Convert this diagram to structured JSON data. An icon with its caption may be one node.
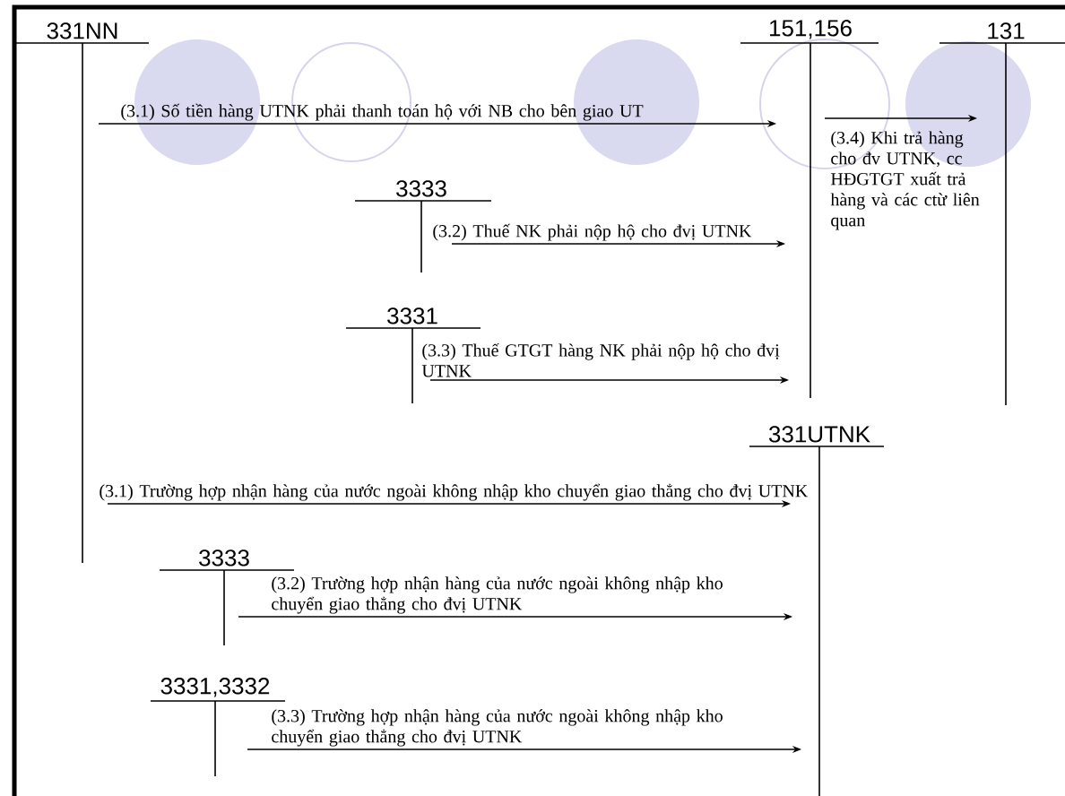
{
  "diagram": {
    "nodes": [
      {
        "text": [
          "331NN"
        ]
      },
      {
        "text": [
          "151,156"
        ]
      },
      {
        "text": [
          "131"
        ]
      },
      {
        "text": [
          "3333"
        ]
      },
      {
        "text": [
          "3331"
        ]
      },
      {
        "text": [
          "331UTNK"
        ]
      },
      {
        "text": [
          "3333"
        ]
      },
      {
        "text": [
          "3331,3332"
        ]
      }
    ],
    "edges": [
      {
        "from": 0,
        "to": 1,
        "arrow": "to",
        "label": "(3.1) Số tiền hàng UTNK phải thanh toán hộ với NB cho bên giao UT"
      },
      {
        "from": 3,
        "to": 1,
        "arrow": "to",
        "label": "(3.2) Thuế NK phải nộp hộ cho đvị UTNK"
      },
      {
        "from": 4,
        "to": 1,
        "arrow": "to",
        "label": "(3.3) Thuế GTGT hàng NK  phải nộp hộ cho đvị UTNK"
      },
      {
        "from": 1,
        "to": 2,
        "arrow": "to",
        "label": "(3.4) Khi trả hàng cho đv UTNK, cc HĐGTGT xuất trả hàng và các ctừ liên quan"
      },
      {
        "from": 0,
        "to": 5,
        "arrow": "to",
        "label": "(3.1) Trường hợp nhận hàng của nước ngoài không nhập kho chuyển giao thẳng cho đvị UTNK"
      },
      {
        "from": 6,
        "to": 5,
        "arrow": "to",
        "label": "(3.2) Trường hợp nhận hàng của nước ngoài không nhập kho chuyển giao thẳng cho đvị UTNK"
      },
      {
        "from": 7,
        "to": 5,
        "arrow": "to",
        "label": "(3.3) Trường hợp nhận hàng của nước ngoài không nhập kho chuyển giao thẳng cho đvị UTNK"
      }
    ]
  }
}
